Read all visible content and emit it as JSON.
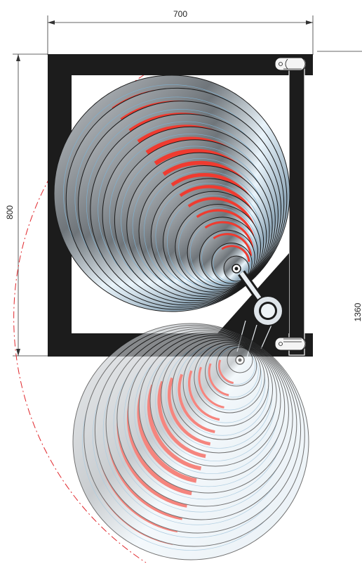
{
  "dimensions": {
    "width_label": "700",
    "height_label": "800",
    "swing_label": "1360"
  },
  "colors": {
    "frame": "#1c1c1c",
    "stripe": "#ef3b30",
    "arc": "#e0262b",
    "ring_edge": "#1a1a1a"
  },
  "icons": {
    "top_hinge": "hinge-icon",
    "bottom_hinge": "hinge-icon",
    "pivot": "pivot-icon"
  }
}
